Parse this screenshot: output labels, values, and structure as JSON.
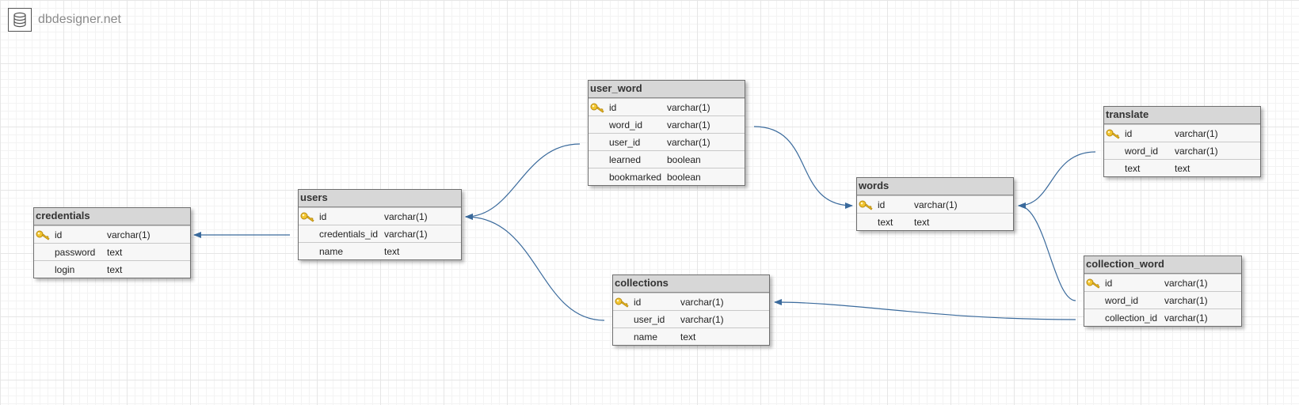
{
  "brand": {
    "name": "dbdesigner.net",
    "icon": "database-icon"
  },
  "colors": {
    "link": "#3a6a9c",
    "header": "#d7d7d7",
    "row": "#f7f7f7",
    "key": "#e0b020"
  },
  "tables": {
    "credentials": {
      "name": "credentials",
      "fields": [
        {
          "name": "id",
          "type": "varchar(1)",
          "pk": true
        },
        {
          "name": "password",
          "type": "text",
          "pk": false
        },
        {
          "name": "login",
          "type": "text",
          "pk": false
        }
      ]
    },
    "users": {
      "name": "users",
      "fields": [
        {
          "name": "id",
          "type": "varchar(1)",
          "pk": true
        },
        {
          "name": "credentials_id",
          "type": "varchar(1)",
          "pk": false
        },
        {
          "name": "name",
          "type": "text",
          "pk": false
        }
      ]
    },
    "user_word": {
      "name": "user_word",
      "fields": [
        {
          "name": "id",
          "type": "varchar(1)",
          "pk": true
        },
        {
          "name": "word_id",
          "type": "varchar(1)",
          "pk": false
        },
        {
          "name": "user_id",
          "type": "varchar(1)",
          "pk": false
        },
        {
          "name": "learned",
          "type": "boolean",
          "pk": false
        },
        {
          "name": "bookmarked",
          "type": "boolean",
          "pk": false
        }
      ]
    },
    "collections": {
      "name": "collections",
      "fields": [
        {
          "name": "id",
          "type": "varchar(1)",
          "pk": true
        },
        {
          "name": "user_id",
          "type": "varchar(1)",
          "pk": false
        },
        {
          "name": "name",
          "type": "text",
          "pk": false
        }
      ]
    },
    "words": {
      "name": "words",
      "fields": [
        {
          "name": "id",
          "type": "varchar(1)",
          "pk": true
        },
        {
          "name": "text",
          "type": "text",
          "pk": false
        }
      ]
    },
    "translate": {
      "name": "translate",
      "fields": [
        {
          "name": "id",
          "type": "varchar(1)",
          "pk": true
        },
        {
          "name": "word_id",
          "type": "varchar(1)",
          "pk": false
        },
        {
          "name": "text",
          "type": "text",
          "pk": false
        }
      ]
    },
    "collection_word": {
      "name": "collection_word",
      "fields": [
        {
          "name": "id",
          "type": "varchar(1)",
          "pk": true
        },
        {
          "name": "word_id",
          "type": "varchar(1)",
          "pk": false
        },
        {
          "name": "collection_id",
          "type": "varchar(1)",
          "pk": false
        }
      ]
    }
  },
  "relationships": [
    {
      "from": "users.credentials_id",
      "to": "credentials.id"
    },
    {
      "from": "user_word.user_id",
      "to": "users.id"
    },
    {
      "from": "user_word.word_id",
      "to": "words.id"
    },
    {
      "from": "collections.user_id",
      "to": "users.id"
    },
    {
      "from": "translate.word_id",
      "to": "words.id"
    },
    {
      "from": "collection_word.word_id",
      "to": "words.id"
    },
    {
      "from": "collection_word.collection_id",
      "to": "collections.id"
    }
  ]
}
